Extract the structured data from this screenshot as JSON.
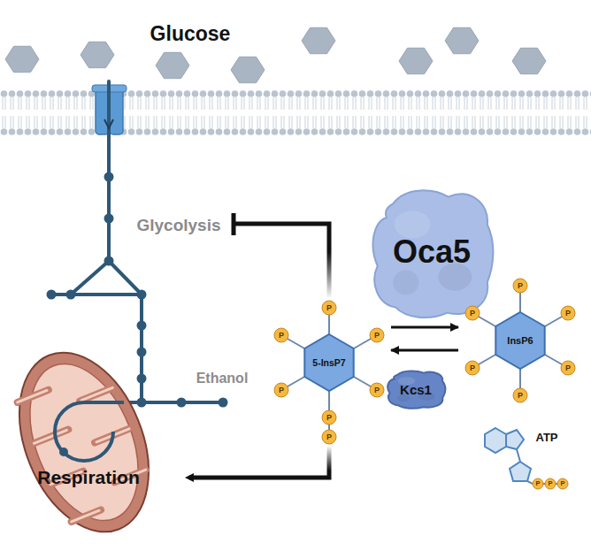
{
  "diagram": {
    "nodes": [
      {
        "text": [
          "Oca5"
        ]
      },
      {
        "text": [
          "5-InsP7"
        ]
      },
      {
        "text": [
          "InsP6"
        ]
      },
      {
        "text": [
          "Kcs1"
        ]
      }
    ],
    "edges": [
      {
        "from": 1,
        "to": 2,
        "arrow": "to"
      },
      {
        "from": 2,
        "to": 1,
        "arrow": "to"
      }
    ],
    "labels": [
      "Glucose",
      "Glycolysis",
      "P",
      "P",
      "P",
      "P",
      "P",
      "P",
      "P",
      "P",
      "P",
      "P",
      "P",
      "P",
      "P",
      "Ethanol",
      "Respiration",
      "ATP",
      "P",
      "P",
      "P"
    ]
  }
}
